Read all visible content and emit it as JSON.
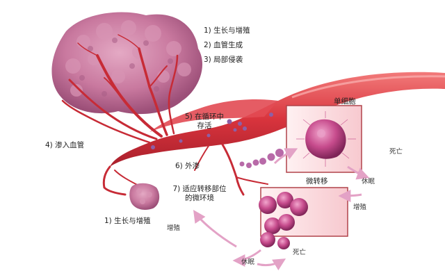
{
  "labels": {
    "tumor_steps": [
      "1) 生长与增殖",
      "2) 血管生成",
      "3) 局部侵袭"
    ],
    "intravasation": "4) 渗入血管",
    "survival_line1": "5) 在循环中",
    "survival_line2": "存活",
    "extravasation": "6) 外渗",
    "adapt_line1": "7) 适应转移部位",
    "adapt_line2": "的微环境",
    "secondary_growth": "1) 生长与增殖",
    "single_cell": "单细胞",
    "micrometastasis": "微转移",
    "death_1": "死亡",
    "dormancy_1": "休眠",
    "proliferation_1": "增殖",
    "proliferation_2": "增殖",
    "dormancy_2": "休眠",
    "death_2": "死亡"
  },
  "colors": {
    "tumor": "#c9799f",
    "tumor_dark": "#9c4f78",
    "vessel": "#d8343d",
    "vessel_light": "#f08080",
    "inset_border": "#b0434a",
    "arrow": "#e8aacd",
    "cell": "#c64b8c"
  }
}
